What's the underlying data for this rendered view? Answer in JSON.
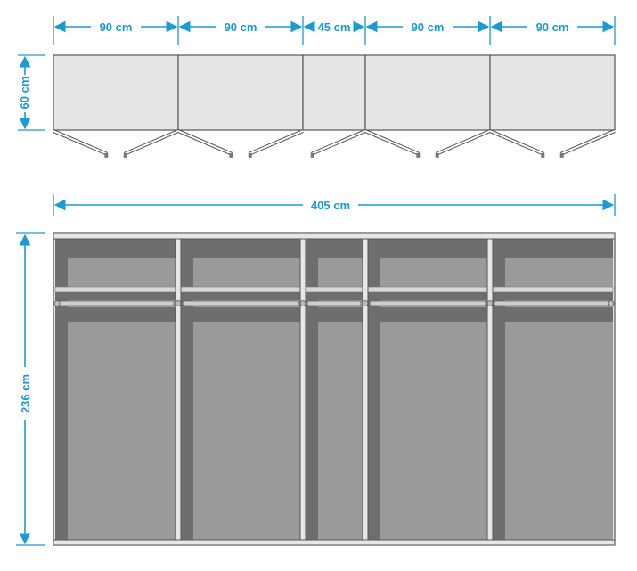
{
  "top_view": {
    "widths": [
      {
        "label": "90 cm",
        "value": 90
      },
      {
        "label": "90 cm",
        "value": 90
      },
      {
        "label": "45 cm",
        "value": 45
      },
      {
        "label": "90 cm",
        "value": 90
      },
      {
        "label": "90 cm",
        "value": 90
      }
    ],
    "depth": {
      "label": "60 cm",
      "value": 60
    }
  },
  "front_view": {
    "total_width": {
      "label": "405 cm",
      "value": 405
    },
    "height": {
      "label": "236 cm",
      "value": 236
    }
  },
  "colors": {
    "dimension": "#1a9ad6",
    "carcass": "#e6e6e6",
    "interior": "#9a9a9a",
    "interior_dark": "#6e6e6e",
    "outline": "#555555"
  }
}
